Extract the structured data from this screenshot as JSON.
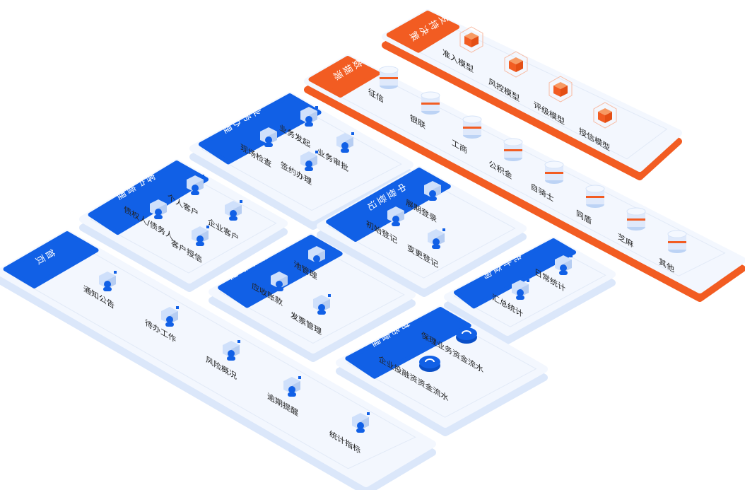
{
  "colors": {
    "blue": "#1160e6",
    "orange": "#f25c22",
    "panel": "#f3f7fe",
    "panel_edge": "#c6d9f6",
    "panel_base": "#dbe7fa"
  },
  "panels": [
    {
      "id": "support-decision",
      "title": "支持决策",
      "theme": "orange",
      "icon": "model-cube-icon",
      "items": [
        "准入模型",
        "风控模型",
        "评级模型",
        "授信模型"
      ]
    },
    {
      "id": "data-source",
      "title": "数据源",
      "theme": "orange",
      "icon": "database-icon",
      "items": [
        "征信",
        "银联",
        "工商",
        "公积金",
        "自骑士",
        "同盾",
        "芝麻",
        "其他"
      ]
    },
    {
      "id": "business",
      "title": "业务办理",
      "theme": "blue",
      "icon": "user-box-icon",
      "items": [
        "业务发起",
        "现场检查",
        "业务审批",
        "签约办理"
      ]
    },
    {
      "id": "customer",
      "title": "客户管理",
      "theme": "blue",
      "icon": "user-box-icon",
      "items": [
        "个人客户",
        "债权人/债务人",
        "企业客户",
        "客户授信"
      ]
    },
    {
      "id": "home",
      "title": "首页",
      "theme": "blue",
      "icon": "doc-cube-icon",
      "items": [
        "通知公告",
        "待办工作",
        "风险概况",
        "逾期提醒",
        "统计指标"
      ]
    },
    {
      "id": "asset",
      "title": "资产管理",
      "theme": "blue",
      "icon": "doc-cube-icon",
      "items": [
        "池管理",
        "应收账款",
        "发票管理"
      ]
    },
    {
      "id": "registry",
      "title": "中登登记",
      "theme": "blue",
      "icon": "search-cube-icon",
      "items": [
        "展期登录",
        "初始登记",
        "变更登记"
      ]
    },
    {
      "id": "stats",
      "title": "统计查询",
      "theme": "blue",
      "icon": "chart-cube-icon",
      "items": [
        "日常统计",
        "汇总统计"
      ]
    },
    {
      "id": "finance",
      "title": "财务管理",
      "theme": "blue",
      "icon": "coin-icon",
      "items": [
        "保理业务资金流水",
        "企业投融资资金流水"
      ]
    }
  ]
}
